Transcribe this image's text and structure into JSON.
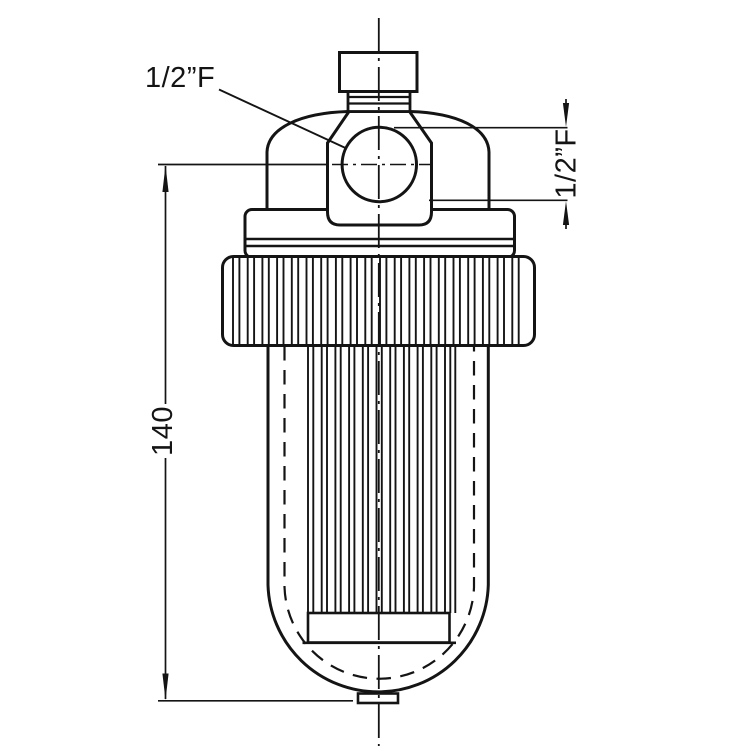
{
  "drawing_labels": {
    "top_port": "1/2”F",
    "port_dimension": "1/2”F",
    "overall_height": "140"
  }
}
